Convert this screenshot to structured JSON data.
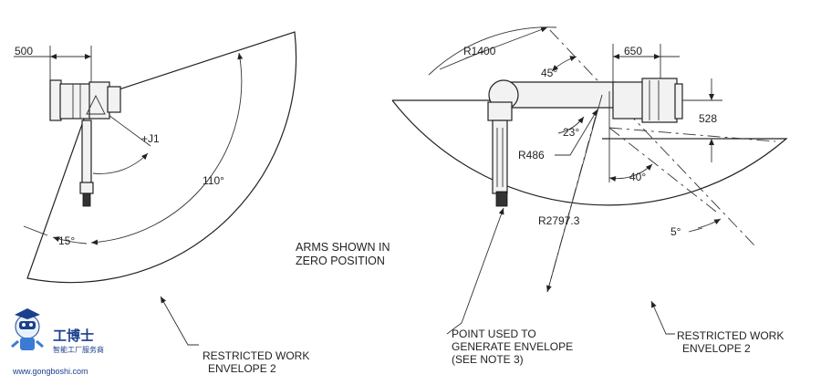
{
  "left_view": {
    "dim_width": "500",
    "joint_label": "+J1",
    "angle_main": "110°",
    "angle_small": "15°",
    "envelope_label": [
      "RESTRICTED WORK",
      "ENVELOPE 2"
    ]
  },
  "center_note": [
    "ARMS SHOWN IN",
    "ZERO POSITION"
  ],
  "right_view": {
    "radius_top": "R1400",
    "angle_top": "45°",
    "dim_width": "650",
    "dim_height": "528",
    "angle_23": "23°",
    "radius_inner": "R486",
    "angle_40": "40°",
    "radius_outer": "R2797.3",
    "angle_5": "5°",
    "point_label": [
      "POINT USED TO",
      "GENERATE ENVELOPE",
      "(SEE NOTE 3)"
    ],
    "envelope_label": [
      "RESTRICTED WORK",
      "ENVELOPE 2"
    ]
  },
  "watermark": {
    "brand": "工博士",
    "tagline": "智能工厂服务商",
    "url": "www.gongboshi.com"
  },
  "colors": {
    "line": "#222222",
    "watermark": "#1a3f8c"
  }
}
